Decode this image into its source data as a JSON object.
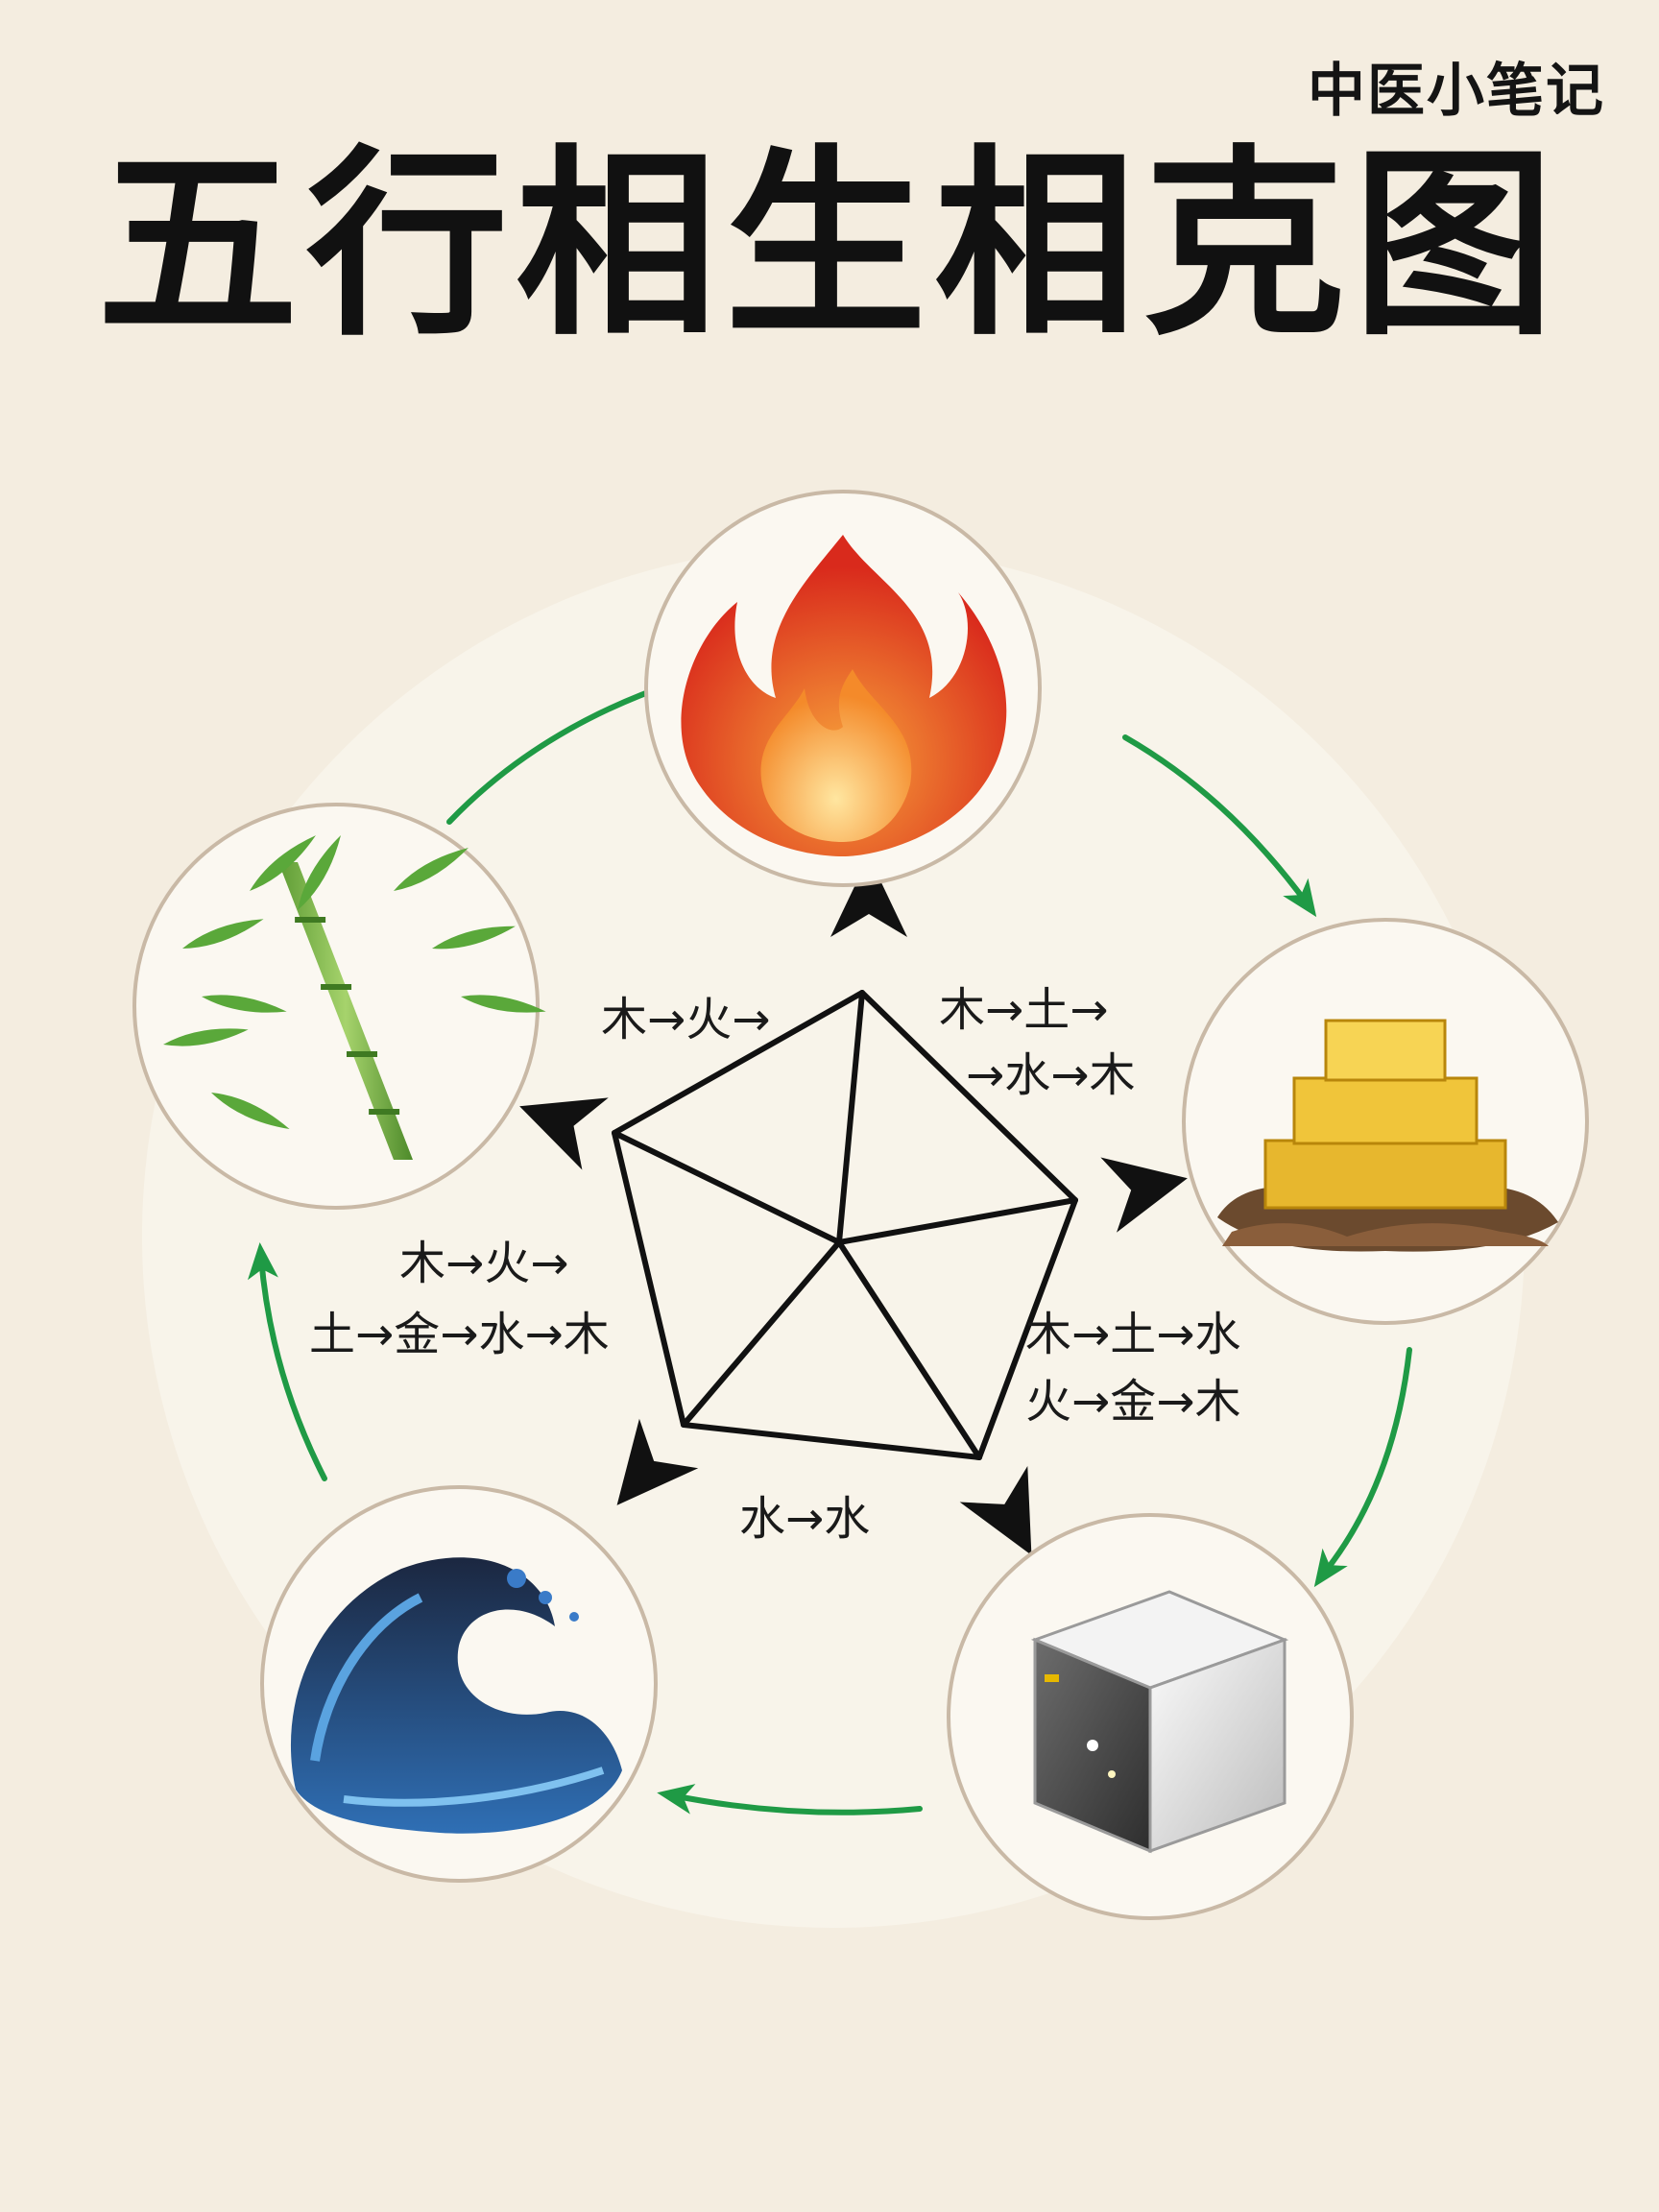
{
  "header": {
    "brand": "中医小笔记",
    "title": "五行相生相克图"
  },
  "elements": [
    {
      "id": "fire",
      "icon": "fire-icon"
    },
    {
      "id": "earth",
      "icon": "gold-earth-mound-icon"
    },
    {
      "id": "metal",
      "icon": "metal-cube-icon"
    },
    {
      "id": "water",
      "icon": "water-wave-icon"
    },
    {
      "id": "wood",
      "icon": "bamboo-icon"
    }
  ],
  "labels": {
    "top_left": "木→火→",
    "top_right_1": "木→土→",
    "top_right_2": "→水→木",
    "left_1": "木→火→",
    "left_2": "土→金→水→木",
    "right_1": "木→土→水",
    "right_2": "火→金→木",
    "bottom": "水→水"
  },
  "colors": {
    "background": "#f4ede0",
    "halo": "#f8f4ea",
    "cycle_arrow": "#1f9a45",
    "star_lines": "#111111",
    "circle_border": "#c9b9a6"
  }
}
